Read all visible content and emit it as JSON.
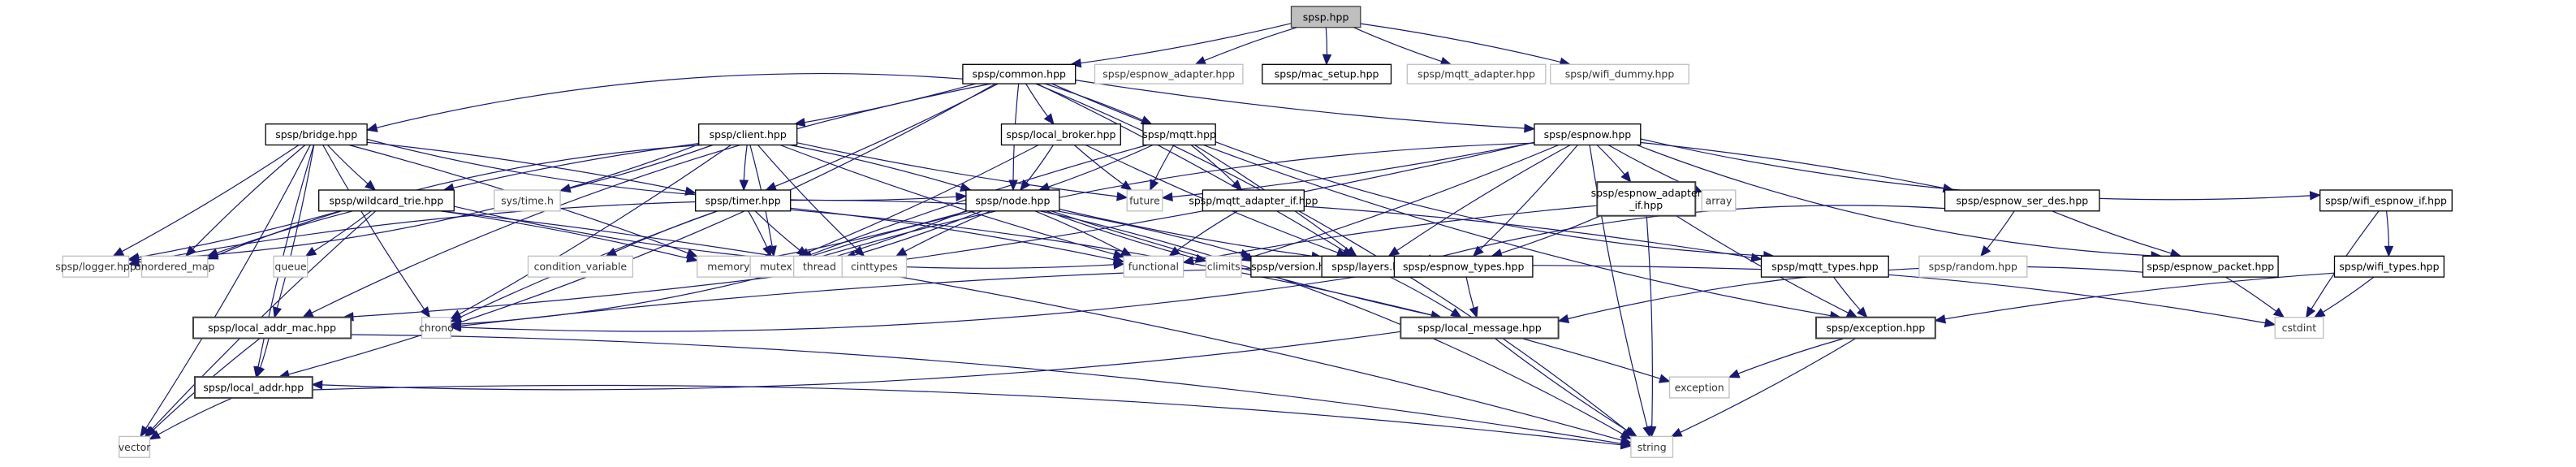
{
  "title": "spsp.hpp include dependency graph",
  "colors": {
    "edge": "#191970",
    "root_fill": "#bfbfbf",
    "project_border": "#000000",
    "system_border": "#bfbfbf"
  },
  "nodes": [
    {
      "id": "spsp",
      "label": "spsp.hpp",
      "kind": "root"
    },
    {
      "id": "common",
      "label": "spsp/common.hpp",
      "kind": "project"
    },
    {
      "id": "espnow_adapter",
      "label": "spsp/espnow_adapter.hpp",
      "kind": "system"
    },
    {
      "id": "mac_setup",
      "label": "spsp/mac_setup.hpp",
      "kind": "project"
    },
    {
      "id": "mqtt_adapter",
      "label": "spsp/mqtt_adapter.hpp",
      "kind": "system"
    },
    {
      "id": "wifi_dummy",
      "label": "spsp/wifi_dummy.hpp",
      "kind": "system"
    },
    {
      "id": "bridge",
      "label": "spsp/bridge.hpp",
      "kind": "project"
    },
    {
      "id": "client",
      "label": "spsp/client.hpp",
      "kind": "project"
    },
    {
      "id": "local_broker",
      "label": "spsp/local_broker.hpp",
      "kind": "project"
    },
    {
      "id": "mqtt",
      "label": "spsp/mqtt.hpp",
      "kind": "project"
    },
    {
      "id": "espnow",
      "label": "spsp/espnow.hpp",
      "kind": "project"
    },
    {
      "id": "wildcard_trie",
      "label": "spsp/wildcard_trie.hpp",
      "kind": "project"
    },
    {
      "id": "systime",
      "label": "sys/time.h",
      "kind": "system"
    },
    {
      "id": "timer",
      "label": "spsp/timer.hpp",
      "kind": "project"
    },
    {
      "id": "node",
      "label": "spsp/node.hpp",
      "kind": "project"
    },
    {
      "id": "future",
      "label": "future",
      "kind": "system"
    },
    {
      "id": "mqtt_adapter_if",
      "label": "spsp/mqtt_adapter_if.hpp",
      "kind": "project"
    },
    {
      "id": "espnow_adapter_if",
      "label": "spsp/espnow_adapter\n_if.hpp",
      "kind": "heavy"
    },
    {
      "id": "array",
      "label": "array",
      "kind": "system"
    },
    {
      "id": "espnow_ser_des",
      "label": "spsp/espnow_ser_des.hpp",
      "kind": "project"
    },
    {
      "id": "wifi_espnow_if",
      "label": "spsp/wifi_espnow_if.hpp",
      "kind": "project"
    },
    {
      "id": "logger",
      "label": "spsp/logger.hpp",
      "kind": "system"
    },
    {
      "id": "unordered_map",
      "label": "unordered_map",
      "kind": "system"
    },
    {
      "id": "queue",
      "label": "queue",
      "kind": "system"
    },
    {
      "id": "condition_variable",
      "label": "condition_variable",
      "kind": "system"
    },
    {
      "id": "memory",
      "label": "memory",
      "kind": "system"
    },
    {
      "id": "mutex",
      "label": "mutex",
      "kind": "system"
    },
    {
      "id": "thread",
      "label": "thread",
      "kind": "system"
    },
    {
      "id": "cinttypes",
      "label": "cinttypes",
      "kind": "system"
    },
    {
      "id": "functional",
      "label": "functional",
      "kind": "system"
    },
    {
      "id": "climits",
      "label": "climits",
      "kind": "system"
    },
    {
      "id": "version",
      "label": "spsp/version.hpp",
      "kind": "project"
    },
    {
      "id": "layers",
      "label": "spsp/layers.hpp",
      "kind": "project"
    },
    {
      "id": "espnow_types",
      "label": "spsp/espnow_types.hpp",
      "kind": "project"
    },
    {
      "id": "mqtt_types",
      "label": "spsp/mqtt_types.hpp",
      "kind": "project"
    },
    {
      "id": "random",
      "label": "spsp/random.hpp",
      "kind": "system"
    },
    {
      "id": "espnow_packet",
      "label": "spsp/espnow_packet.hpp",
      "kind": "project"
    },
    {
      "id": "wifi_types",
      "label": "spsp/wifi_types.hpp",
      "kind": "project"
    },
    {
      "id": "local_addr_mac",
      "label": "spsp/local_addr_mac.hpp",
      "kind": "heavy"
    },
    {
      "id": "chrono",
      "label": "chrono",
      "kind": "system"
    },
    {
      "id": "local_message",
      "label": "spsp/local_message.hpp",
      "kind": "heavy"
    },
    {
      "id": "exception_hpp",
      "label": "spsp/exception.hpp",
      "kind": "heavy"
    },
    {
      "id": "cstdint",
      "label": "cstdint",
      "kind": "system"
    },
    {
      "id": "local_addr",
      "label": "spsp/local_addr.hpp",
      "kind": "heavy"
    },
    {
      "id": "exception",
      "label": "exception",
      "kind": "system"
    },
    {
      "id": "vector",
      "label": "vector",
      "kind": "system"
    },
    {
      "id": "string",
      "label": "string",
      "kind": "system"
    }
  ],
  "edges": [
    [
      "spsp",
      "common"
    ],
    [
      "spsp",
      "espnow_adapter"
    ],
    [
      "spsp",
      "mac_setup"
    ],
    [
      "spsp",
      "mqtt_adapter"
    ],
    [
      "spsp",
      "wifi_dummy"
    ],
    [
      "common",
      "bridge"
    ],
    [
      "common",
      "client"
    ],
    [
      "common",
      "local_broker"
    ],
    [
      "common",
      "mqtt"
    ],
    [
      "common",
      "espnow"
    ],
    [
      "common",
      "timer"
    ],
    [
      "common",
      "node"
    ],
    [
      "common",
      "layers"
    ],
    [
      "common",
      "local_addr_mac"
    ],
    [
      "common",
      "local_addr"
    ],
    [
      "common",
      "exception_hpp"
    ],
    [
      "common",
      "string"
    ],
    [
      "bridge",
      "wildcard_trie"
    ],
    [
      "bridge",
      "timer"
    ],
    [
      "bridge",
      "node"
    ],
    [
      "bridge",
      "logger"
    ],
    [
      "bridge",
      "unordered_map"
    ],
    [
      "bridge",
      "memory"
    ],
    [
      "bridge",
      "chrono"
    ],
    [
      "bridge",
      "local_addr_mac"
    ],
    [
      "bridge",
      "local_addr"
    ],
    [
      "bridge",
      "vector"
    ],
    [
      "client",
      "wildcard_trie"
    ],
    [
      "client",
      "systime"
    ],
    [
      "client",
      "timer"
    ],
    [
      "client",
      "node"
    ],
    [
      "client",
      "future"
    ],
    [
      "client",
      "logger"
    ],
    [
      "client",
      "unordered_map"
    ],
    [
      "client",
      "mutex"
    ],
    [
      "client",
      "cinttypes"
    ],
    [
      "client",
      "chrono"
    ],
    [
      "client",
      "functional"
    ],
    [
      "local_broker",
      "node"
    ],
    [
      "local_broker",
      "future"
    ],
    [
      "local_broker",
      "mutex"
    ],
    [
      "local_broker",
      "layers"
    ],
    [
      "mqtt",
      "node"
    ],
    [
      "mqtt",
      "future"
    ],
    [
      "mqtt",
      "mqtt_adapter_if"
    ],
    [
      "mqtt",
      "mutex"
    ],
    [
      "mqtt",
      "layers"
    ],
    [
      "mqtt",
      "mqtt_types"
    ],
    [
      "espnow",
      "espnow_adapter_if"
    ],
    [
      "espnow",
      "array"
    ],
    [
      "espnow",
      "espnow_ser_des"
    ],
    [
      "espnow",
      "wifi_espnow_if"
    ],
    [
      "espnow",
      "future"
    ],
    [
      "espnow",
      "mutex"
    ],
    [
      "espnow",
      "climits"
    ],
    [
      "espnow",
      "layers"
    ],
    [
      "espnow",
      "espnow_types"
    ],
    [
      "espnow",
      "espnow_packet"
    ],
    [
      "espnow",
      "local_addr_mac"
    ],
    [
      "espnow",
      "string"
    ],
    [
      "wildcard_trie",
      "logger"
    ],
    [
      "wildcard_trie",
      "unordered_map"
    ],
    [
      "wildcard_trie",
      "queue"
    ],
    [
      "wildcard_trie",
      "functional"
    ],
    [
      "wildcard_trie",
      "memory"
    ],
    [
      "wildcard_trie",
      "vector"
    ],
    [
      "wildcard_trie",
      "string"
    ],
    [
      "timer",
      "condition_variable"
    ],
    [
      "timer",
      "mutex"
    ],
    [
      "timer",
      "thread"
    ],
    [
      "timer",
      "functional"
    ],
    [
      "timer",
      "chrono"
    ],
    [
      "timer",
      "exception"
    ],
    [
      "node",
      "logger"
    ],
    [
      "node",
      "memory"
    ],
    [
      "node",
      "mutex"
    ],
    [
      "node",
      "thread"
    ],
    [
      "node",
      "cinttypes"
    ],
    [
      "node",
      "functional"
    ],
    [
      "node",
      "climits"
    ],
    [
      "node",
      "version"
    ],
    [
      "node",
      "layers"
    ],
    [
      "node",
      "chrono"
    ],
    [
      "node",
      "local_message"
    ],
    [
      "node",
      "string"
    ],
    [
      "mqtt_adapter_if",
      "functional"
    ],
    [
      "mqtt_adapter_if",
      "mqtt_types"
    ],
    [
      "espnow_adapter_if",
      "functional"
    ],
    [
      "espnow_adapter_if",
      "espnow_types"
    ],
    [
      "espnow_adapter_if",
      "exception_hpp"
    ],
    [
      "espnow_adapter_if",
      "string"
    ],
    [
      "espnow_ser_des",
      "layers"
    ],
    [
      "espnow_ser_des",
      "random"
    ],
    [
      "espnow_ser_des",
      "espnow_packet"
    ],
    [
      "wifi_espnow_if",
      "wifi_types"
    ],
    [
      "wifi_espnow_if",
      "cstdint"
    ],
    [
      "layers",
      "local_message"
    ],
    [
      "espnow_types",
      "local_message"
    ],
    [
      "espnow_types",
      "chrono"
    ],
    [
      "mqtt_types",
      "exception_hpp"
    ],
    [
      "mqtt_types",
      "cstdint"
    ],
    [
      "mqtt_types",
      "chrono"
    ],
    [
      "espnow_packet",
      "cstdint"
    ],
    [
      "espnow_packet",
      "local_message"
    ],
    [
      "wifi_types",
      "cstdint"
    ],
    [
      "wifi_types",
      "exception_hpp"
    ],
    [
      "local_addr_mac",
      "local_addr"
    ],
    [
      "local_addr_mac",
      "vector"
    ],
    [
      "local_addr_mac",
      "string"
    ],
    [
      "local_message",
      "string"
    ],
    [
      "local_message",
      "local_addr"
    ],
    [
      "exception_hpp",
      "exception"
    ],
    [
      "exception_hpp",
      "string"
    ],
    [
      "local_addr",
      "vector"
    ],
    [
      "local_addr",
      "string"
    ]
  ]
}
